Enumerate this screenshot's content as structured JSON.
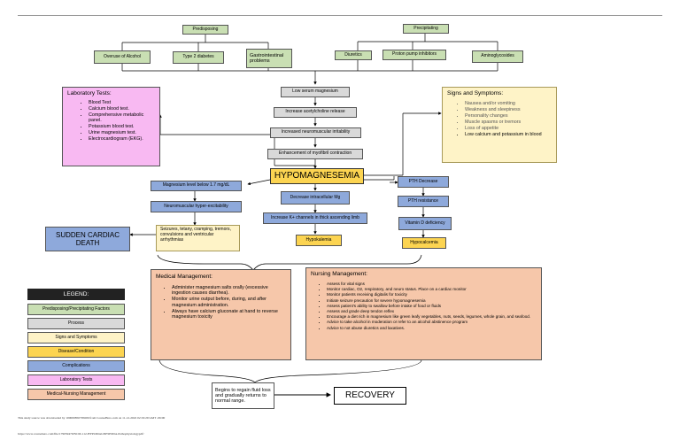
{
  "colors": {
    "predisposing": "#c9dfb3",
    "process": "#d9d9d9",
    "symptoms": "#fef3c7",
    "disease": "#fcd451",
    "complications": "#8ea9db",
    "laboratory": "#f8b9f2",
    "management": "#f6c7aa"
  },
  "factors": {
    "predisposing_label": "Predisposing",
    "precipitating_label": "Precipitating",
    "predisposing": [
      "Overuse of Alcohol",
      "Type 2 diabetes",
      "Gastrointestinal problems"
    ],
    "precipitating": [
      "Diuretics",
      "Proton pump inhibitors",
      "Aminoglycosides"
    ]
  },
  "lab_tests": {
    "title": "Laboratory Tests:",
    "items": [
      "Blood Test",
      "Calcium blood test.",
      "Comprehensive metabolic panel.",
      "Potassium blood test.",
      "Urine magnesium test.",
      "Electrocardiogram (EKG)."
    ]
  },
  "process": [
    "Low serum magnesium",
    "Increase acetylcholine release",
    "Increased neuromuscular irritability",
    "Enhancement of myofibril contraction"
  ],
  "disease": "HYPOMAGNESEMIA",
  "signs": {
    "title": "Signs and Symptoms:",
    "items": [
      "Nausea and/or vomiting",
      "Weakness and sleepiness",
      "Personality changes",
      "Muscle spasms or tremors",
      "Loss of appetite",
      "Low calcium and potassium in blood"
    ]
  },
  "complications": {
    "mag_level": "Magnesium level below 1.7 mg/dL",
    "hyper_excitability": "Neuromuscular hyper-excitability",
    "decrease_mg": "Decrease intracellular Mg",
    "increase_k": "Increase K+ channels in thick ascending limb",
    "pth_decrease": "PTH Decrease",
    "pth_resistance": "PTH resistance",
    "vit_d": "Vitamin D deficiency",
    "sudden_death": "SUDDEN CARDIAC DEATH"
  },
  "symptom_box": "Seizures, tetany, cramping, tremors, convulsions and ventricular arrhythmias",
  "conditions": {
    "hypokalemia": "Hypokalemia",
    "hypocalcemia": "Hypocalcemia"
  },
  "medical": {
    "title": "Medical Management:",
    "items": [
      "Administer magnesium salts orally (excessive ingestion causes diarrhea).",
      "Monitor urine output before, during, and after magnesium administration.",
      "Always have calcium gluconate at hand to reverse magnesium toxicity"
    ]
  },
  "nursing": {
    "title": "Nursing Management:",
    "items": [
      "Assess for vital signs",
      "Monitor cardiac, O2, respiratory, and neuro status. Place on a cardiac monitor",
      "Monitor patients receiving digitalis for toxicity",
      "Initiate seizure precaution for severe hypomagnesemia",
      "Assess patient's ability to swallow before intake of food or fluids",
      "Assess and grade deep tendon reflex",
      "Encourage a diet rich in magnesium like green leafy vegetables, nuts, seeds, legumes, whole grain, and seafood.",
      "Advice to take alcohol in moderation or refer to an alcohol abstinence program",
      "Advice to not abuse diuretics and laxatives."
    ]
  },
  "legend": {
    "title": "LEGEND:",
    "items": [
      "Predisposing/Precipitating Factors",
      "Process",
      "Signs and Symptoms",
      "Disease/Condition",
      "Complications",
      "Laboratory Tests",
      "Medical-Nursing Management"
    ]
  },
  "recovery": {
    "note": "Begins to regain fluid loss and gradually returns to normal range.",
    "label": "RECOVERY"
  },
  "footer": {
    "line1": "This study source was downloaded by 100000850795609 from CourseHero.com on 11-12-2022 02:19:29 GMT -06:00",
    "line2": "https://www.coursehero.com/file/179059479/NCM-112-HYPOMAGNESEMIA-Pathophysiologypdf/"
  }
}
